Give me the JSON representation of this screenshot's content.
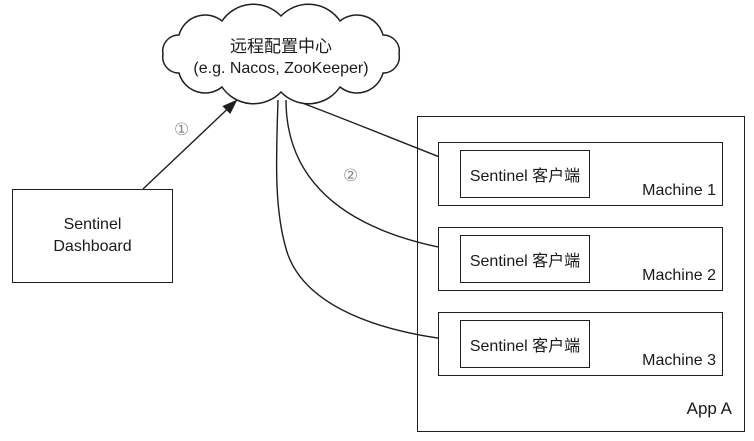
{
  "diagram": {
    "cloud": {
      "title": "远程配置中心",
      "subtitle": "(e.g. Nacos, ZooKeeper)"
    },
    "dashboard": {
      "label": "Sentinel\nDashboard"
    },
    "app": {
      "label": "App A",
      "machines": [
        {
          "label": "Machine 1",
          "client_label": "Sentinel 客户端"
        },
        {
          "label": "Machine 2",
          "client_label": "Sentinel 客户端"
        },
        {
          "label": "Machine 3",
          "client_label": "Sentinel 客户端"
        }
      ]
    },
    "annotations": {
      "step1": "①",
      "step2": "②"
    },
    "colors": {
      "stroke": "#1f1f1f",
      "background": "#ffffff",
      "annotation": "#8e8e8e"
    }
  }
}
